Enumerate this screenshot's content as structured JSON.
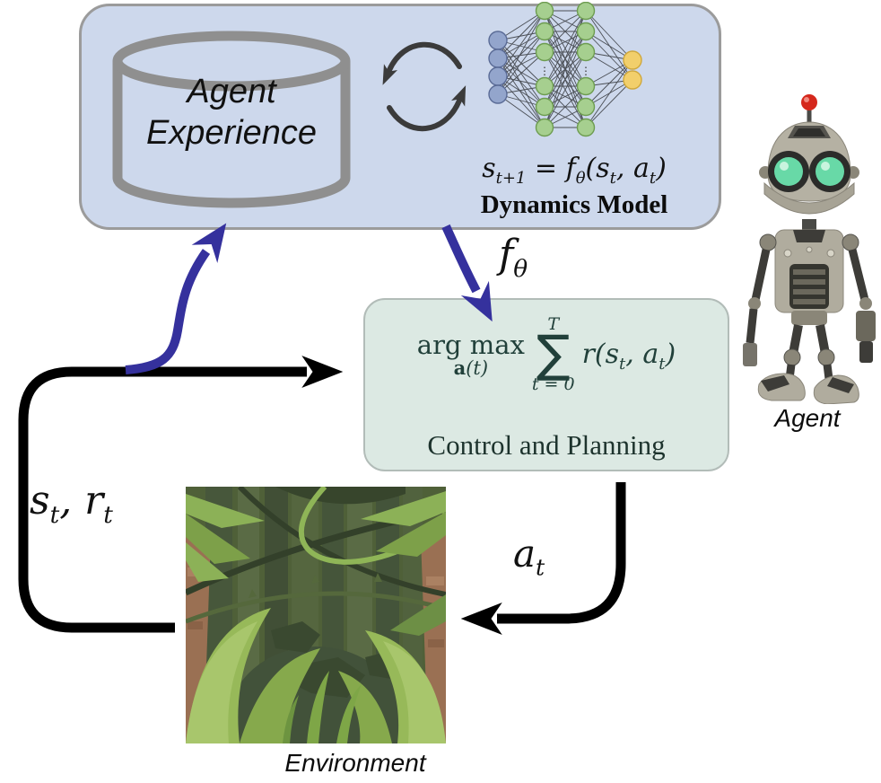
{
  "colors": {
    "experience_box_bg": "#cdd8ec",
    "planning_box_bg": "#dce9e3",
    "box_border": "#9b9b9b",
    "blue_arrow": "#35319d",
    "black_arrow": "#000000",
    "formula_teal": "#21403a",
    "cylinder_gray": "#8f8f8f",
    "nn_input": "#93a5cc",
    "nn_input_border": "#5a6b96",
    "nn_hidden": "#a6cf8f",
    "nn_hidden_border": "#6d9c50",
    "nn_output": "#f2cf6b",
    "nn_output_border": "#cfa83d",
    "eye_green": "#68d9a7",
    "antenna_red": "#d5281c",
    "jungle_green": "#4f6038"
  },
  "experience_box": {
    "label_line1": "Agent",
    "label_line2": "Experience",
    "formula": {
      "p1": "s",
      "s1": "t+1",
      "p2": " = f",
      "s2": "θ",
      "p3": "(s",
      "s3": "t",
      "p4": ", a",
      "s4": "t",
      "p5": ")"
    },
    "caption": "Dynamics Model"
  },
  "planning_box": {
    "formula": {
      "argmax": "arg max",
      "under_bold": "a",
      "under_rest": "(t)",
      "sum_top": "T",
      "sum_symbol": "∑",
      "sum_bottom": "t = 0",
      "p1": "r(s",
      "s1": "t",
      "p2": ", a",
      "s2": "t",
      "p3": ")"
    },
    "caption": "Control and Planning"
  },
  "arrows": {
    "model_label": {
      "base": "f",
      "sub": "θ"
    },
    "state_reward_label": {
      "p1": "s",
      "s1": "t",
      "p2": ", r",
      "s2": "t"
    },
    "action_label": {
      "base": "a",
      "sub": "t"
    }
  },
  "agent": {
    "caption": "Agent"
  },
  "environment": {
    "caption": "Environment"
  }
}
